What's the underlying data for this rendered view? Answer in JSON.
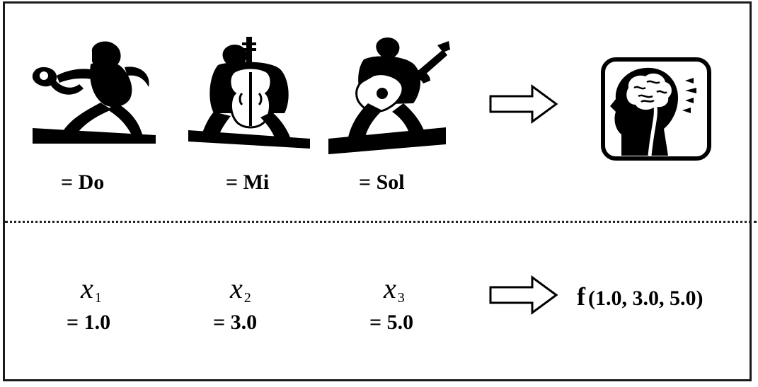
{
  "top_row": {
    "players": [
      {
        "instrument": "saxophone-player-icon",
        "label": "= Do"
      },
      {
        "instrument": "cello-player-icon",
        "label": "= Mi"
      },
      {
        "instrument": "guitar-player-icon",
        "label": "= Sol"
      }
    ],
    "result_icon": "head-with-brain-icon",
    "arrow_icon": "right-arrow-icon"
  },
  "bottom_row": {
    "variables": [
      {
        "symbol": "x",
        "index": "1",
        "value": "= 1.0"
      },
      {
        "symbol": "x",
        "index": "2",
        "value": "= 3.0"
      },
      {
        "symbol": "x",
        "index": "3",
        "value": "= 5.0"
      }
    ],
    "function_name": "f",
    "function_args": "(1.0, 3.0, 5.0)",
    "arrow_icon": "right-arrow-icon"
  },
  "colors": {
    "ink": "#000000",
    "background": "#ffffff"
  }
}
